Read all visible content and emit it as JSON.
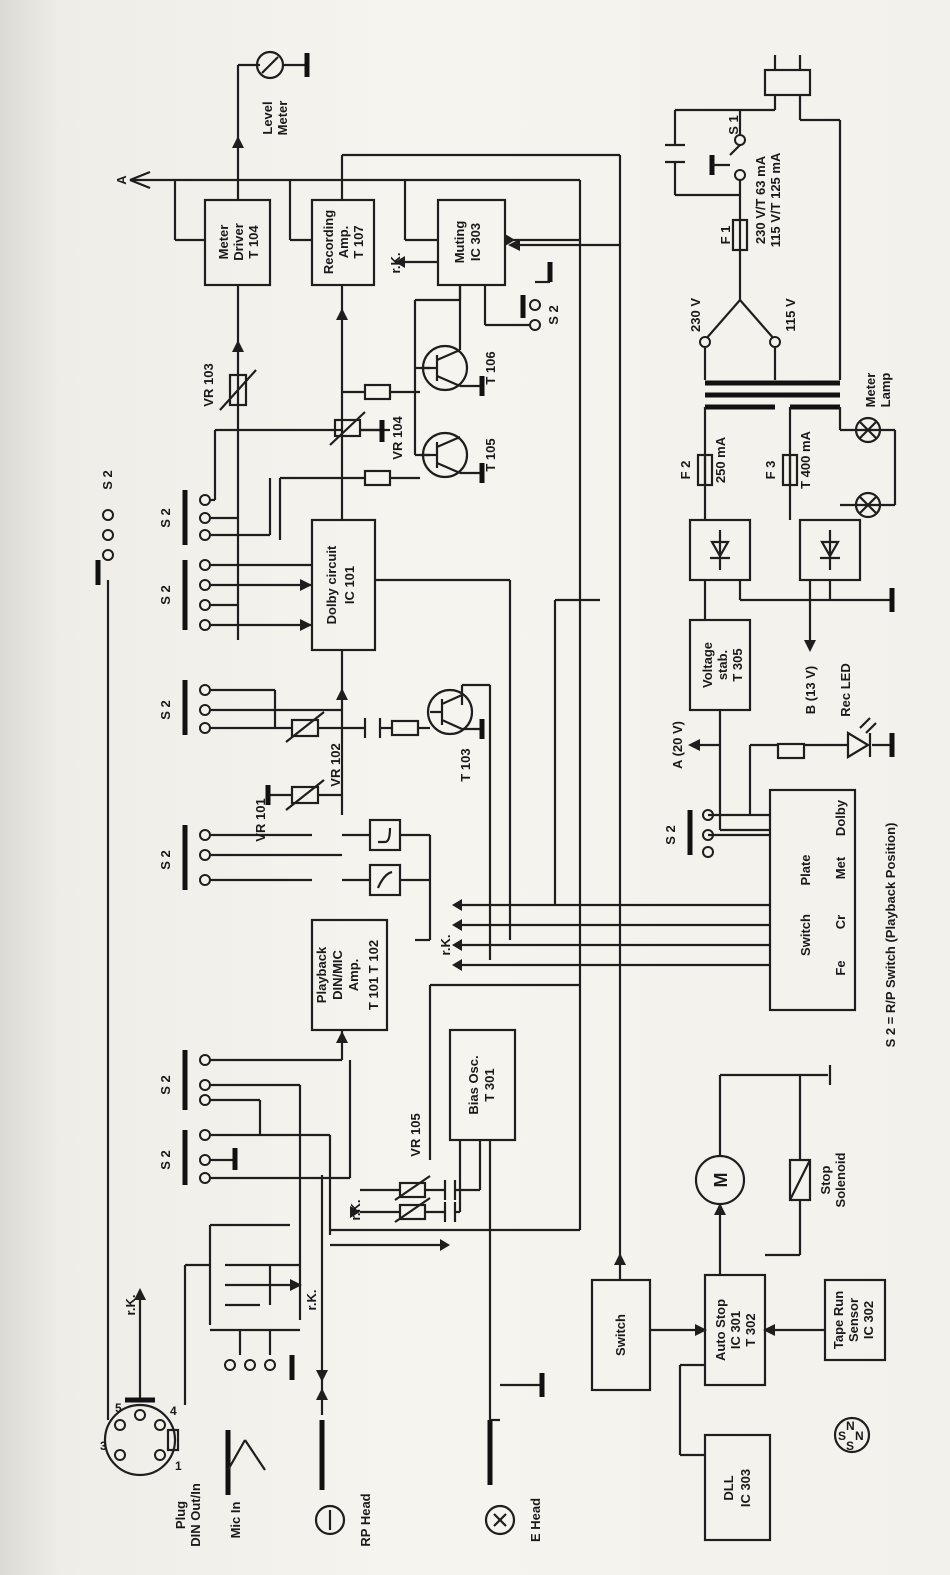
{
  "blocks": {
    "meter_driver": [
      "Meter",
      "Driver",
      "T 104"
    ],
    "recording_amp": [
      "Recording",
      "Amp.",
      "T 107"
    ],
    "muting": [
      "Muting",
      "IC 303"
    ],
    "dolby": [
      "Dolby circuit",
      "IC 101"
    ],
    "playback_amp": [
      "Playback",
      "DIN/MIC",
      "Amp.",
      "T 101   T 102"
    ],
    "bias_osc": [
      "Bias Osc.",
      "T 301"
    ],
    "voltage_stab": [
      "Voltage",
      "stab.",
      "T 305"
    ],
    "switch_panel": [
      "Switch",
      "Fe",
      "Cr",
      "Plate",
      "Met",
      "Dolby"
    ],
    "switch": "Switch",
    "auto_stop": [
      "Auto Stop",
      "IC 301",
      "T 302"
    ],
    "tape_run_sensor": [
      "Tape Run",
      "Sensor",
      "IC 302"
    ],
    "dll": [
      "DLL",
      "IC 303"
    ]
  },
  "labels": {
    "level_meter": [
      "Level",
      "Meter"
    ],
    "a_top": "A",
    "rk": "r.K.",
    "s2": "S 2",
    "s1": "S 1",
    "vr101": "VR 101",
    "vr102": "VR 102",
    "vr103": "VR 103",
    "vr104": "VR 104",
    "vr105": "VR 105",
    "t103": "T 103",
    "t105": "T 105",
    "t106": "T 106",
    "f1": "F 1",
    "f1_rating": [
      "230 V/T  63 mA",
      "115 V/T 125 mA"
    ],
    "f2": "F 2",
    "f2_rating": "250 mA",
    "f3": "F 3",
    "f3_rating": "T 400 mA",
    "v230": "230 V",
    "v115": "115 V",
    "meter_lamp": [
      "Meter",
      "Lamp"
    ],
    "a_20v": "A (20 V)",
    "b_13v": "B (13 V)",
    "rec_led": "Rec LED",
    "s2_legend": "S 2 = R/P Switch (Playback Position)",
    "stop_solenoid": [
      "Stop",
      "Solenoid"
    ],
    "motor": "M",
    "plug_din": [
      "Plug",
      "DIN Out/In"
    ],
    "mic_in": "Mic In",
    "rp_head": "RP Head",
    "e_head": "E Head",
    "pin_labels": [
      "3",
      "5",
      "4",
      "1"
    ],
    "compass": [
      "N",
      "S",
      "N",
      "S"
    ]
  }
}
